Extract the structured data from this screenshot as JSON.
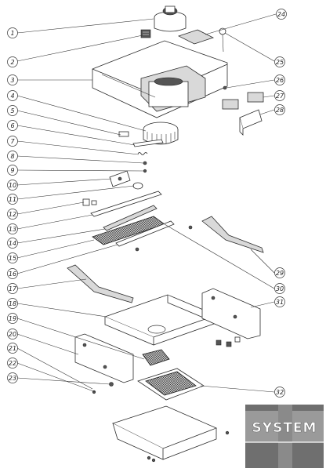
{
  "callouts": [
    "1",
    "2",
    "3",
    "4",
    "5",
    "6",
    "7",
    "8",
    "9",
    "10",
    "11",
    "12",
    "13",
    "14",
    "15",
    "16",
    "17",
    "18",
    "19",
    "20",
    "21",
    "22",
    "23",
    "24",
    "25",
    "26",
    "27",
    "28",
    "29",
    "30",
    "31",
    "32"
  ],
  "logo": {
    "text": "SYSTEM"
  },
  "colors": {
    "line": "#2b2b2b",
    "shade": "#d9d9d9",
    "logo_bg": "#6f6f6f",
    "logo_mid": "#9a9a9a"
  }
}
